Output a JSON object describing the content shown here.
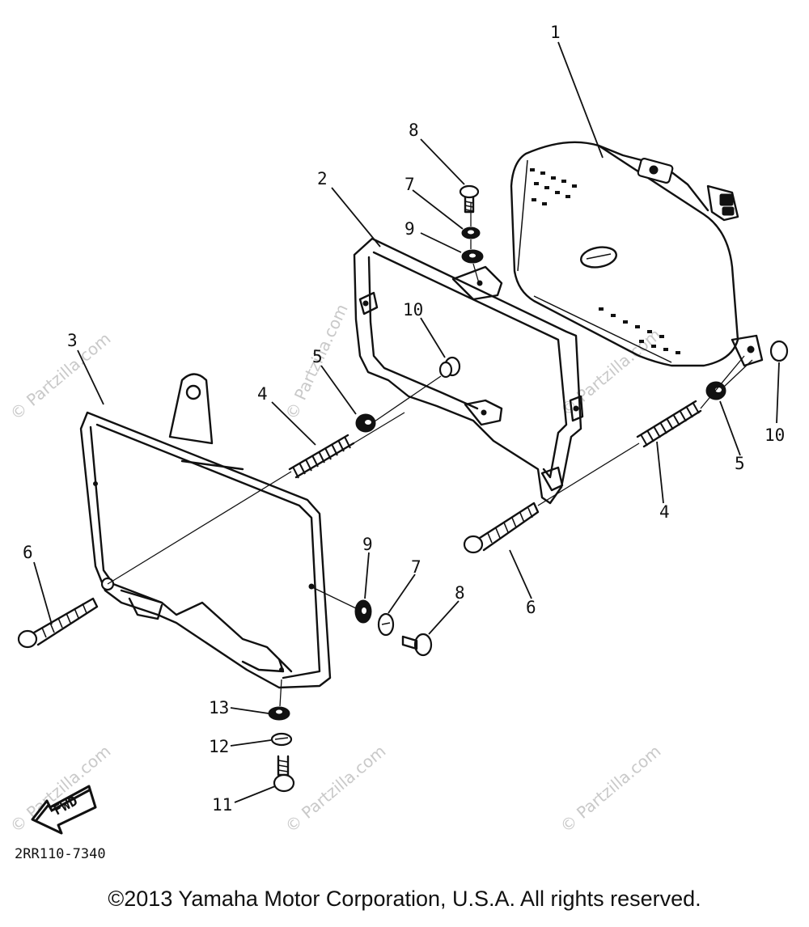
{
  "diagram": {
    "callouts": [
      {
        "id": "c1",
        "text": "1"
      },
      {
        "id": "c2",
        "text": "2"
      },
      {
        "id": "c3",
        "text": "3"
      },
      {
        "id": "c4a",
        "text": "4"
      },
      {
        "id": "c4b",
        "text": "4"
      },
      {
        "id": "c5a",
        "text": "5"
      },
      {
        "id": "c5b",
        "text": "5"
      },
      {
        "id": "c6a",
        "text": "6"
      },
      {
        "id": "c6b",
        "text": "6"
      },
      {
        "id": "c7a",
        "text": "7"
      },
      {
        "id": "c7b",
        "text": "7"
      },
      {
        "id": "c8a",
        "text": "8"
      },
      {
        "id": "c8b",
        "text": "8"
      },
      {
        "id": "c9a",
        "text": "9"
      },
      {
        "id": "c9b",
        "text": "9"
      },
      {
        "id": "c10a",
        "text": "10"
      },
      {
        "id": "c10b",
        "text": "10"
      },
      {
        "id": "c11",
        "text": "11"
      },
      {
        "id": "c12",
        "text": "12"
      },
      {
        "id": "c13",
        "text": "13"
      }
    ],
    "fwd_label": "FWD",
    "part_code": "2RR110-7340",
    "watermark": "© Partzilla.com"
  },
  "footer": {
    "copyright": "©2013 Yamaha Motor Corporation, U.S.A. All rights reserved."
  }
}
